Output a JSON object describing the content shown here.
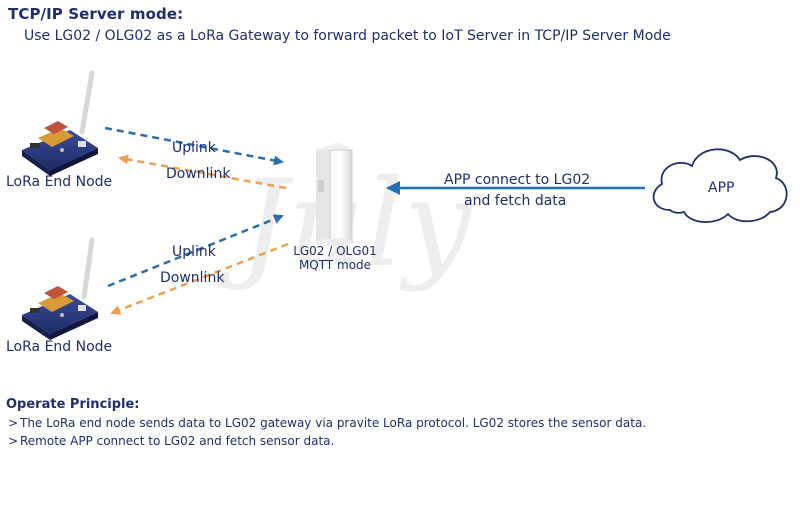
{
  "header": {
    "title": "TCP/IP Server mode:",
    "subtitle": "Use LG02 / OLG02 as a LoRa Gateway to forward packet to IoT Server in TCP/IP Server Mode"
  },
  "watermark": "July",
  "nodes": {
    "top": {
      "label": "LoRa End Node"
    },
    "bottom": {
      "label": "LoRa End Node"
    }
  },
  "links": {
    "top_uplink": "Uplink",
    "top_downlink": "Downlink",
    "bottom_uplink": "Uplink",
    "bottom_downlink": "Downlink",
    "app_connect_line1": "APP connect to LG02",
    "app_connect_line2": "and fetch data"
  },
  "gateway": {
    "label_line1": "LG02 / OLG01",
    "label_line2": "MQTT mode"
  },
  "cloud": {
    "label": "APP"
  },
  "principle": {
    "title": "Operate Principle:",
    "bullet_mark": ">",
    "items": [
      "The LoRa end node sends data to LG02 gateway via pravite LoRa protocol. LG02 stores the sensor data.",
      "Remote APP connect to LG02 and fetch sensor data."
    ]
  },
  "colors": {
    "text": "#1f2f6e",
    "uplink": "#2c6db0",
    "downlink": "#f0a050",
    "app_arrow": "#1e6fb3"
  },
  "icons": {
    "end_node": "lora-end-node-board-icon",
    "gateway": "gateway-device-icon",
    "cloud": "cloud-icon"
  }
}
